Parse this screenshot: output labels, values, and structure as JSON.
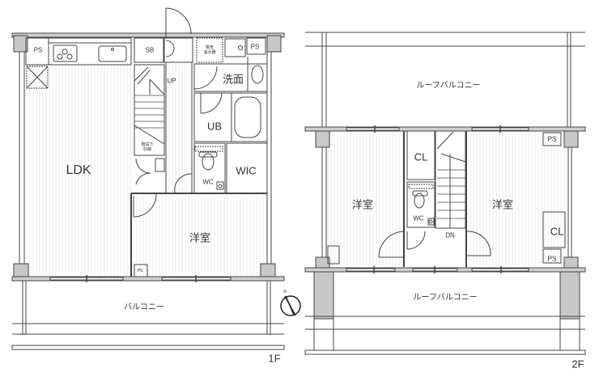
{
  "floor1": {
    "floor_label": "1F",
    "rooms": {
      "ldk": "LDK",
      "western_room": "洋室",
      "unit_bath": "UB",
      "washroom": "洗面",
      "wic": "WIC",
      "wc": "WC",
      "shoe_box": "SB",
      "pipe_space_left": "PS",
      "pipe_space_right": "PS",
      "pipe_space_small": "PS",
      "stairs_up": "UP",
      "under_stairs_storage": "階段下\n収納",
      "water_heater": "電気\n温水器",
      "balcony": "バルコニー"
    }
  },
  "floor2": {
    "floor_label": "2F",
    "rooms": {
      "roof_balcony_top": "ルーフバルコニー",
      "roof_balcony_bottom": "ルーフバルコニー",
      "western_room_left": "洋室",
      "western_room_right": "洋室",
      "closet_left": "CL",
      "closet_right": "CL",
      "wc": "WC",
      "stairs_down": "DN",
      "pipe_space_top": "PS",
      "pipe_space_bottom": "PS"
    }
  },
  "compass": {
    "north_label": "N"
  },
  "colors": {
    "wall": "#555555",
    "column": "#c8c8c8",
    "floor_stripe": "#f0f0f0",
    "line": "#444444"
  }
}
